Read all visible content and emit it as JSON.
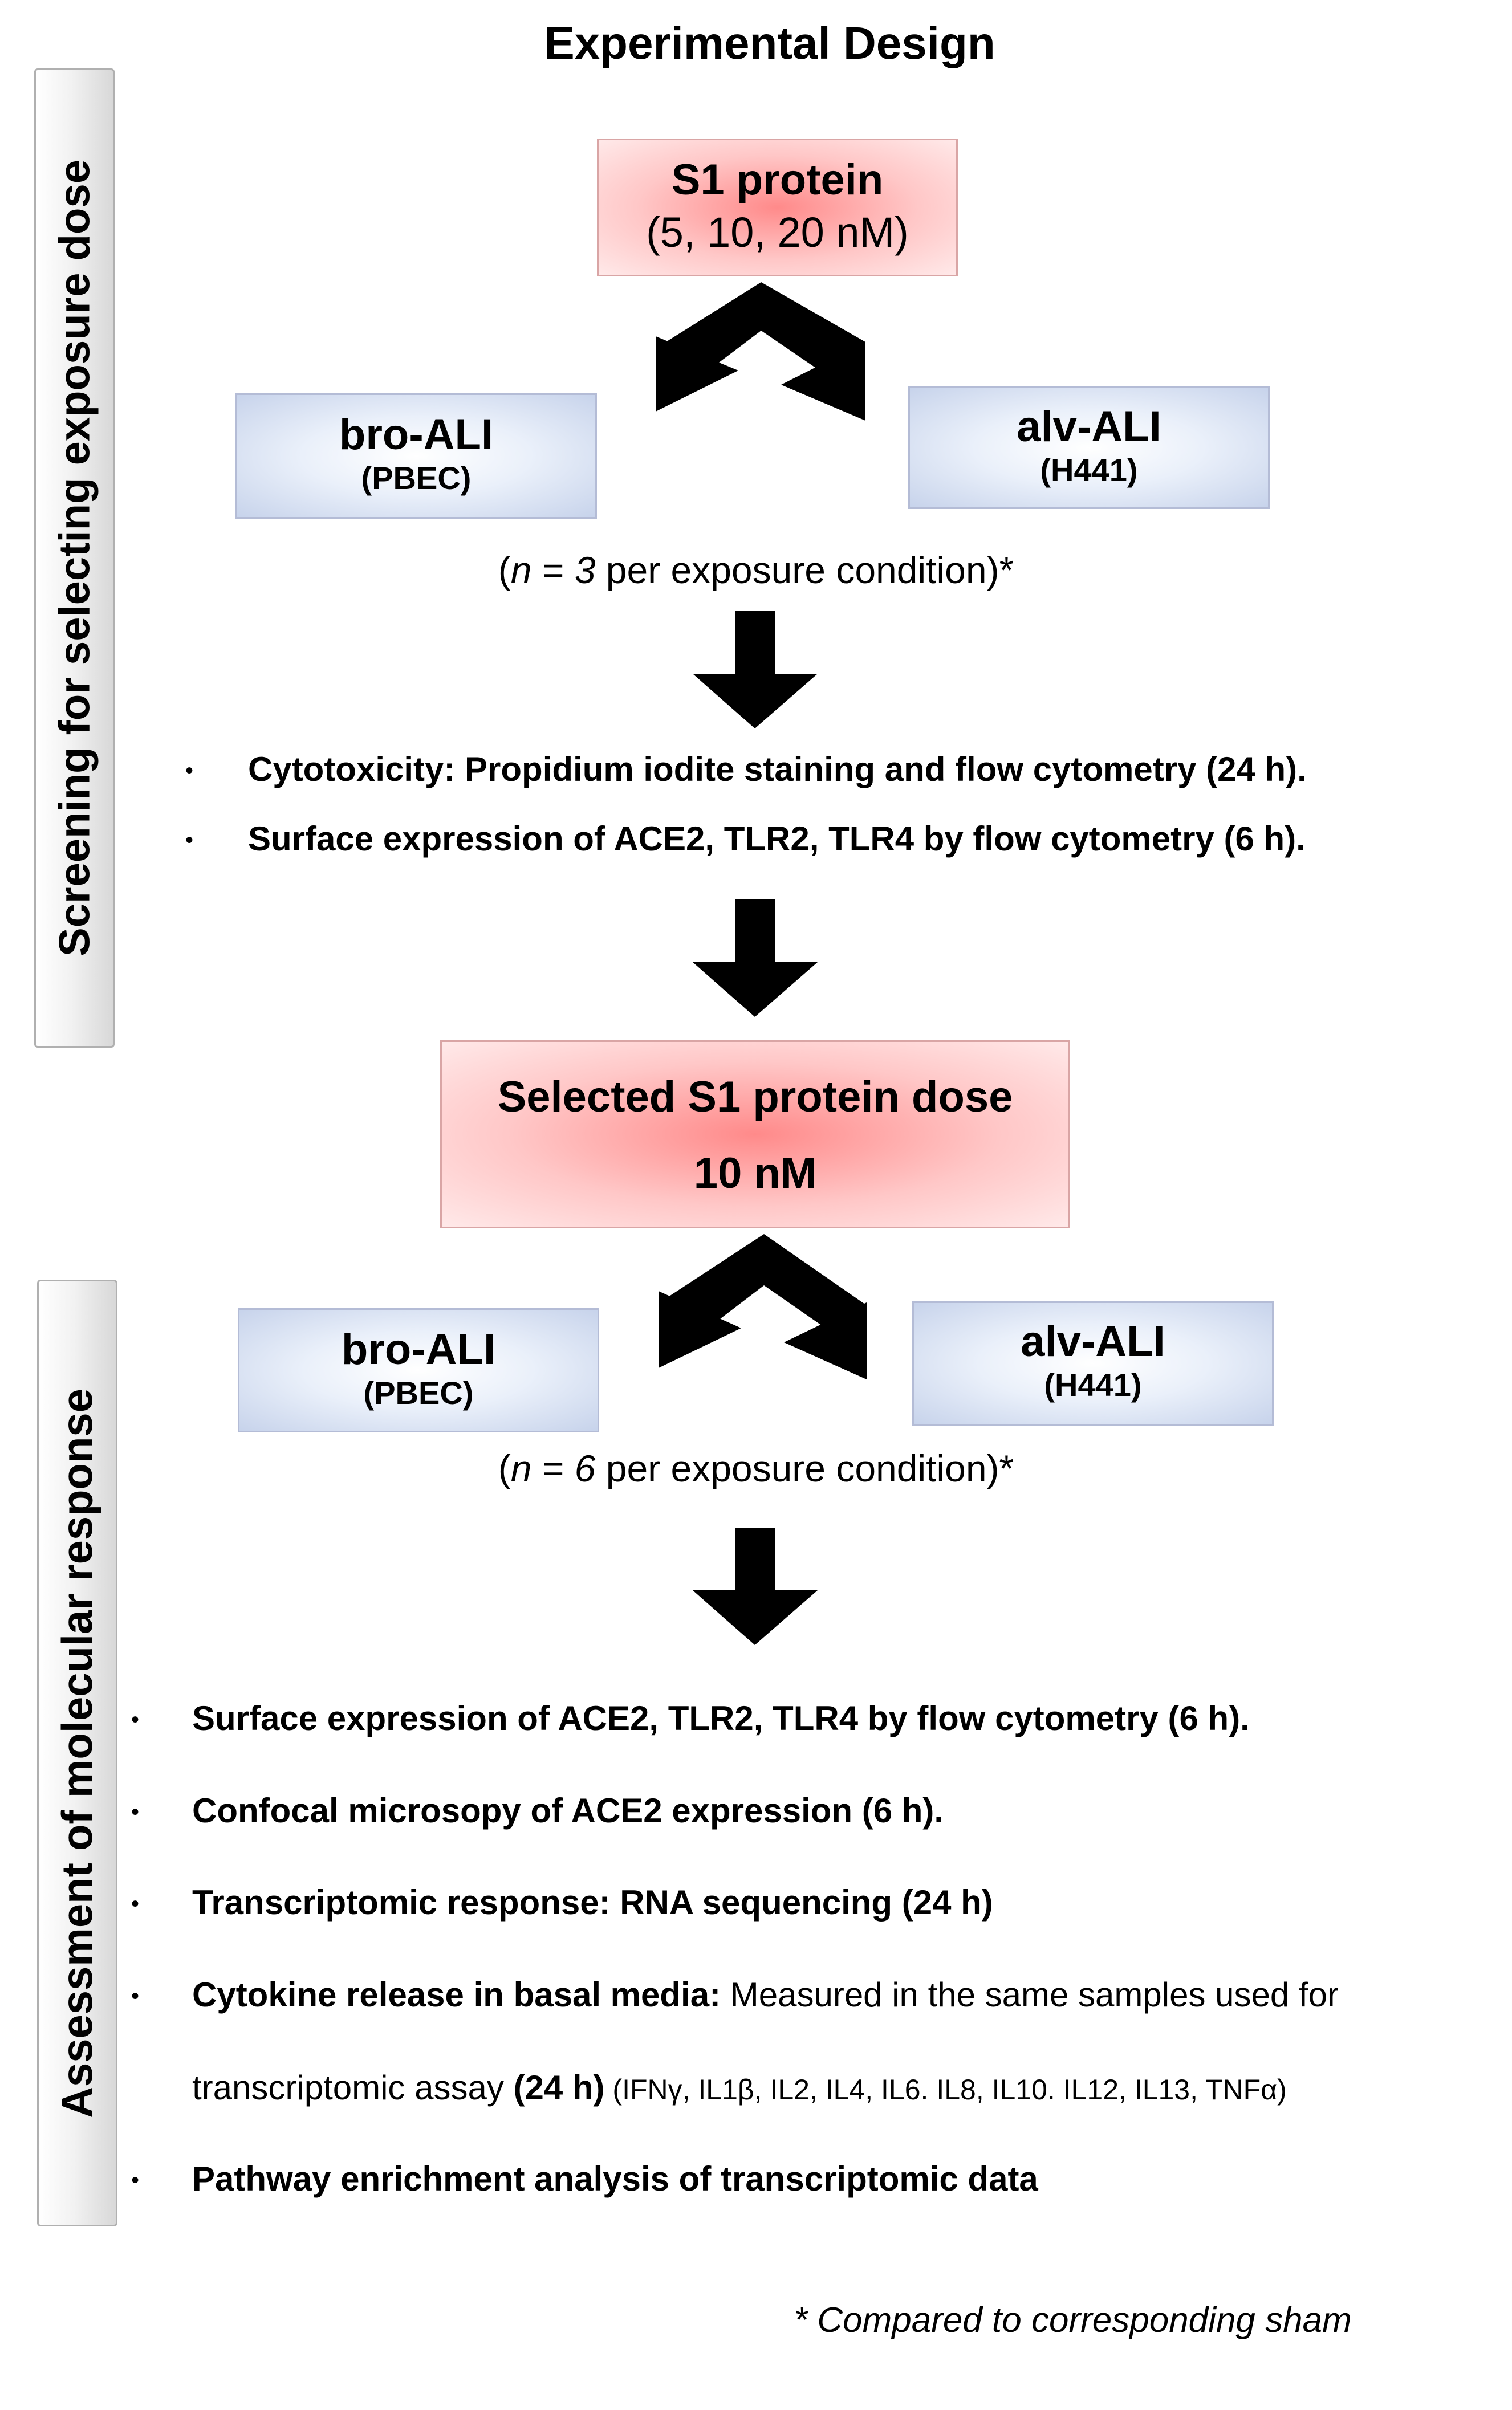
{
  "title": "Experimental Design",
  "stage1": {
    "side_label": "Screening for selecting  exposure dose",
    "s1_box": {
      "title": "S1 protein",
      "doses": "(5, 10, 20 nM)"
    },
    "bro_ali": {
      "name": "bro-ALI",
      "cells": "(PBEC)"
    },
    "alv_ali": {
      "name": "alv-ALI",
      "cells": "(H441)"
    },
    "n_condition": {
      "open": "(",
      "n": "n",
      "eq": " = ",
      "num": "3",
      "rest": " per exposure  condition)*"
    },
    "bullets": [
      "Cytotoxicity: Propidium iodite staining and flow cytometry (24 h).",
      "Surface expression of ACE2,  TLR2, TLR4 by flow cytometry (6 h)."
    ]
  },
  "selected_dose": {
    "title": "Selected S1 protein dose",
    "value": "10 nM"
  },
  "stage2": {
    "side_label": "Assessment of molecular response",
    "bro_ali": {
      "name": "bro-ALI",
      "cells": "(PBEC)"
    },
    "alv_ali": {
      "name": "alv-ALI",
      "cells": "(H441)"
    },
    "n_condition": {
      "open": "(",
      "n": "n",
      "eq": " = ",
      "num": "6",
      "rest": " per exposure  condition)*"
    },
    "bullets": [
      "Surface expression of ACE2,  TLR2, TLR4 by flow cytometry (6 h).",
      "Confocal microsopy of ACE2   expression (6 h).",
      "Transcriptomic response: RNA sequencing (24 h)",
      "Pathway enrichment analysis of transcriptomic data"
    ],
    "cytokine": {
      "bold_part": "Cytokine release in basal media:",
      "normal_part": " Measured in the same samples used for",
      "line2_prefix": "transcriptomic assay ",
      "line2_bold": "(24 h)",
      "line2_small": "  (IFNγ, IL1β, IL2, IL4, IL6. IL8, IL10. IL12, IL13, TNFα)"
    }
  },
  "footnote": "* Compared to corresponding sham",
  "colors": {
    "red_center": "#ff8a8a",
    "red_edge": "#ffe9e9",
    "blue_edge": "#c7d3eb",
    "arrow": "#000000"
  }
}
